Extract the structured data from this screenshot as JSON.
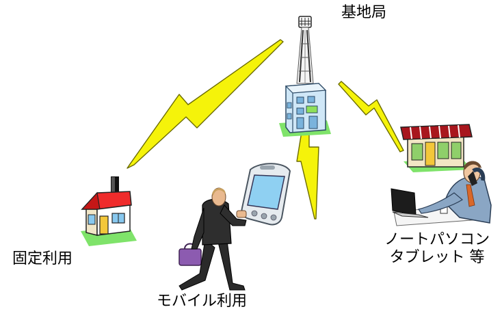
{
  "labels": {
    "base_station": "基地局",
    "fixed_use": "固定利用",
    "mobile_use": "モバイル利用",
    "notebook_line1": "ノートパソコン",
    "notebook_line2": "タブレット 等"
  },
  "colors": {
    "lightning": "#f5f30a",
    "lightning_stroke": "#6b6b00",
    "house_roof": "#ef2b2b",
    "grass": "#7fe36a",
    "shop_awning": "#a8161d",
    "building": "#cfe7f7"
  }
}
